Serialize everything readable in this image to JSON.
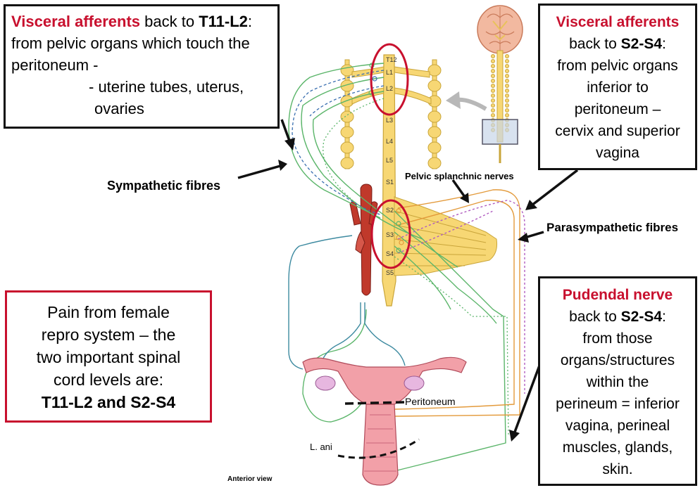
{
  "box_top_left": {
    "heading": "Visceral afferents",
    "line1_rest": " back to ",
    "level": "T11-L2",
    "colon": ":",
    "line2": "from pelvic organs which touch the",
    "line3": "peritoneum -",
    "line4": "- uterine tubes, uterus,",
    "line5": "ovaries"
  },
  "box_top_right": {
    "heading": "Visceral afferents",
    "back_to": "back to ",
    "level": "S2-S4",
    "colon": ":",
    "lines": [
      "from pelvic organs",
      "inferior to",
      "peritoneum –",
      "cervix and superior",
      "vagina"
    ]
  },
  "box_pudendal": {
    "heading": "Pudendal nerve",
    "back_to": "back to ",
    "level": "S2-S4",
    "colon": ":",
    "lines": [
      "from those",
      "organs/structures",
      "within the",
      "perineum = inferior",
      "vagina, perineal",
      "muscles, glands,",
      "skin."
    ]
  },
  "box_pain": {
    "lines": [
      "Pain from female",
      "repro system – the",
      "two important spinal",
      "cord  levels are:"
    ],
    "answer": "T11-L2 and S2-S4"
  },
  "labels": {
    "sympathetic": "Sympathetic fibres",
    "parasympathetic": "Parasympathetic fibres",
    "pelvic_splanchnic": "Pelvic splanchnic nerves",
    "peritoneum": "Peritoneum",
    "levator_ani": "L. ani",
    "anterior_view": "Anterior view"
  },
  "spinal_levels": [
    "T12",
    "L1",
    "L2",
    "L3",
    "L4",
    "L5",
    "S1",
    "S2",
    "S3",
    "S4",
    "S5"
  ],
  "colors": {
    "accent_red": "#c8102e",
    "spinal_yellow": "#f7d774",
    "sympathetic_green": "#5bb56a",
    "afferent_blue": "#3a6fb0",
    "parasympathetic_orange": "#e39a3b",
    "pudendal_purple": "#b05cc0",
    "artery_red": "#c0392b"
  }
}
